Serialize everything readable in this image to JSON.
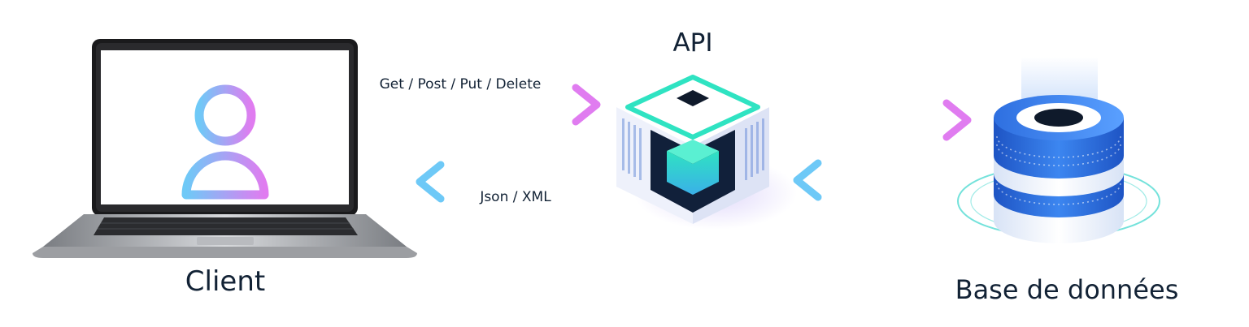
{
  "labels": {
    "client": "Client",
    "api": "API",
    "database": "Base de données",
    "request": "Get / Post / Put / Delete",
    "response": "Json / XML"
  },
  "icons": {
    "client": "laptop-user-icon",
    "api": "server-cube-icon",
    "database": "database-cylinder-icon"
  },
  "colors": {
    "arrow_cyan": "#6ec9f7",
    "arrow_magenta": "#e07cf0",
    "cube_teal": "#2fe3c2",
    "db_blue": "#2e6fe0",
    "text": "#122235"
  }
}
